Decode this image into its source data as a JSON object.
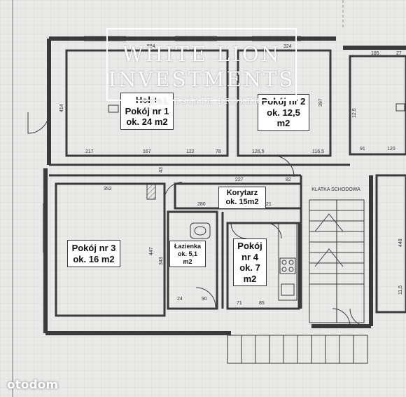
{
  "rooms": [
    {
      "id": "hol",
      "lines": [
        "Hol +",
        "Pokój nr 1",
        "ok. 24 m2"
      ]
    },
    {
      "id": "room2",
      "lines": [
        "Pokój nr 2",
        "ok. 12,5",
        "m2"
      ]
    },
    {
      "id": "corridor",
      "lines": [
        "Korytarz",
        "ok. 15m2"
      ]
    },
    {
      "id": "room3",
      "lines": [
        "Pokój nr 3",
        "ok. 16 m2"
      ]
    },
    {
      "id": "bath",
      "lines": [
        "Łazienka",
        "ok. 5,1",
        "m2"
      ]
    },
    {
      "id": "room4",
      "lines": [
        "Pokój",
        "nr 4",
        "ok. 7",
        "m2"
      ]
    }
  ],
  "stair_label": "KLATKA SCHODOWA",
  "watermark": {
    "line1": "WHITE LION",
    "line2": "INVESTMENTS",
    "line3": "REAL ESTATE BROKER"
  },
  "logo_text": "otodom",
  "dimensions": {
    "top": [
      "584",
      "324",
      "185",
      "27"
    ],
    "row1": [
      "217",
      "167",
      "122",
      "78",
      "126,5",
      "116,5",
      "91",
      "120"
    ],
    "mid": [
      "227",
      "82",
      "352",
      "280",
      "21"
    ],
    "bottom": [
      "71",
      "85",
      "24",
      "90"
    ],
    "vertical": [
      "414",
      "397",
      "447",
      "343",
      "448",
      "12,5",
      "11,5",
      "43"
    ]
  },
  "colors": {
    "paper": "#e9e9e7",
    "wall": "#3a3a3a",
    "grid": "#c8c8c8"
  }
}
